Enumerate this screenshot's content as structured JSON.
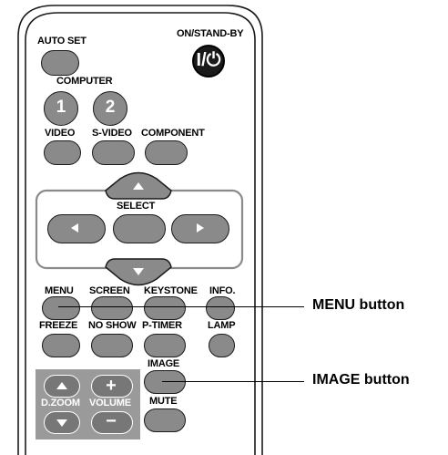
{
  "remote": {
    "auto_set": "AUTO SET",
    "on_standby": "ON/STAND-BY",
    "power_symbol": "I/⏻",
    "computer": "COMPUTER",
    "computer_1": "1",
    "computer_2": "2",
    "video": "VIDEO",
    "s_video": "S-VIDEO",
    "component": "COMPONENT",
    "select": "SELECT",
    "menu": "MENU",
    "screen": "SCREEN",
    "keystone": "KEYSTONE",
    "info": "INFO.",
    "freeze": "FREEZE",
    "no_show": "NO SHOW",
    "p_timer": "P-TIMER",
    "lamp": "LAMP",
    "image": "IMAGE",
    "d_zoom": "D.ZOOM",
    "volume": "VOLUME",
    "mute": "MUTE",
    "plus": "+",
    "minus": "−"
  },
  "callouts": {
    "menu_button": "MENU button",
    "image_button": "IMAGE button"
  },
  "colors": {
    "button_fill": "#8a8a8a",
    "outline": "#1a1a1a",
    "zoom_panel": "#9a9a9a"
  }
}
